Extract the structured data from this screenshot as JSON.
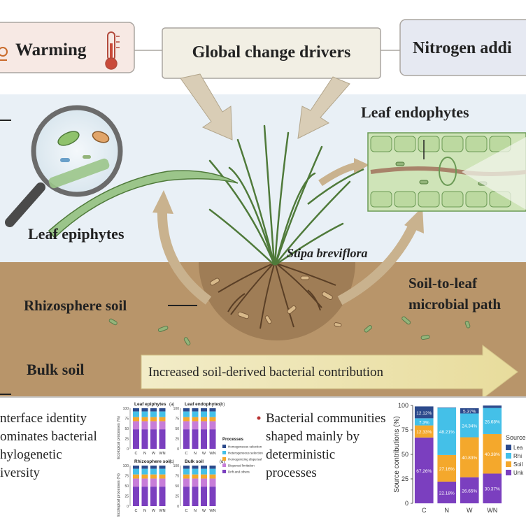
{
  "colors": {
    "warming_box": "#f7e9e4",
    "drivers_box": "#f2efe4",
    "nitrogen_box": "#e6e9f2",
    "sky": "#e9f0f6",
    "soil": "#b8956a",
    "soil_dark": "#8b6a45",
    "arrow_band": "#efe6b4",
    "leaf_green": "#9bc58a",
    "plant_green": "#4f7a3a",
    "stack_purple": "#7b3fbf",
    "stack_orange": "#f4a82c",
    "stack_cyan": "#44c0e8",
    "stack_navy": "#2c4a8c"
  },
  "drivers": {
    "warming": "Warming",
    "global": "Global change drivers",
    "nitrogen": "Nitrogen addi"
  },
  "scene": {
    "leaf_endophytes": "Leaf endophytes",
    "leaf_epiphytes": "Leaf epiphytes",
    "species": "Stipa breviflora",
    "rhizosphere": "Rhizosphere soil",
    "pathway_line1": "Soil-to-leaf",
    "pathway_line2": "microbial path",
    "bulk_soil": "Bulk soil",
    "gradient_label": "Increased soil-derived bacterial contribution"
  },
  "findings": {
    "left": [
      "nterface identity",
      "ominates bacterial",
      "hylogenetic",
      "iversity"
    ],
    "middle": [
      "Bacterial communities",
      "shaped mainly by",
      "deterministic",
      "processes"
    ]
  },
  "small_panels": {
    "ylabel": "Ecological processes (%)",
    "yticks": [
      "0",
      "25",
      "50",
      "75",
      "100"
    ],
    "categories": [
      "C",
      "N",
      "W",
      "WN"
    ],
    "panels": [
      {
        "title": "Leaf epiphytes",
        "tag": "(a)"
      },
      {
        "title": "Leaf endophytes",
        "tag": "(b)"
      },
      {
        "title": "Rhizosphere soil",
        "tag": "(c)"
      },
      {
        "title": "Bulk soil",
        "tag": "(d)"
      }
    ],
    "legend_title": "Processes",
    "legend": [
      "Homogeneous selection",
      "Heterogeneous selection",
      "Homogenizing dispersal",
      "Dispersal limitation",
      "Drift and others"
    ],
    "legend_colors": [
      "#2c4a8c",
      "#44c0e8",
      "#f4a82c",
      "#c77dd8",
      "#7b3fbf"
    ]
  },
  "chart_data": {
    "type": "bar",
    "stacked": true,
    "ylabel": "Source contributions (%)",
    "ylim": [
      0,
      100
    ],
    "yticks": [
      0,
      25,
      50,
      75,
      100
    ],
    "categories": [
      "C",
      "N",
      "W",
      "WN"
    ],
    "series": [
      {
        "name": "Unk",
        "color": "#7b3fbf",
        "values": [
          67.26,
          22.18,
          26.65,
          30.37
        ],
        "labels": [
          "67.26%",
          "22.18%",
          "26.65%",
          "30.37%"
        ]
      },
      {
        "name": "Soil",
        "color": "#f4a82c",
        "values": [
          12.33,
          27.16,
          40.83,
          40.38
        ],
        "labels": [
          "12.33%",
          "27.16%",
          "40.83%",
          "40.38%"
        ]
      },
      {
        "name": "Rhi",
        "color": "#44c0e8",
        "values": [
          7.3,
          48.21,
          24.34,
          26.68
        ],
        "labels": [
          "7.3%",
          "48.21%",
          "24.34%",
          "26.68%"
        ]
      },
      {
        "name": "Lea",
        "color": "#2c4a8c",
        "values": [
          12.12,
          0.44,
          5.37,
          2.5
        ],
        "labels": [
          "12.12%",
          "0.44%",
          "5.37%",
          "2.5%"
        ]
      }
    ],
    "legend_title": "Source"
  }
}
